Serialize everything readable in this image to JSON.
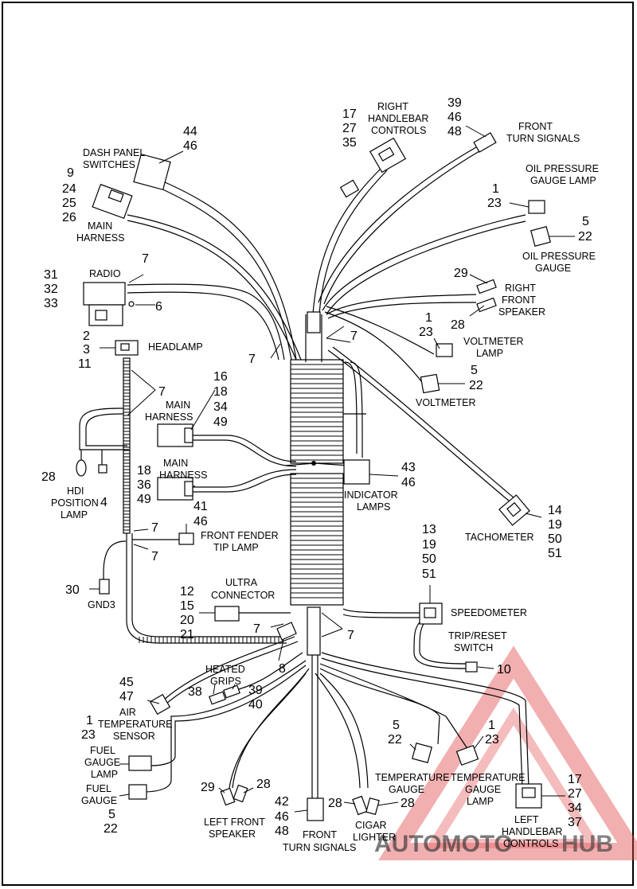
{
  "labels": {
    "dash_panel_switches": [
      "DASH PANEL",
      "SWITCHES"
    ],
    "main_harness_top": [
      "MAIN",
      "HARNESS"
    ],
    "radio": "RADIO",
    "headlamp": "HEADLAMP",
    "main_harness_mid1": [
      "MAIN",
      "HARNESS"
    ],
    "main_harness_mid2": [
      "MAIN",
      "HARNESS"
    ],
    "hdi_position_lamp": [
      "HDI",
      "POSITION",
      "LAMP"
    ],
    "front_fender_tip_lamp": [
      "FRONT FENDER",
      "TIP LAMP"
    ],
    "gnd3": "GND3",
    "ultra_connector": [
      "ULTRA",
      "CONNECTOR"
    ],
    "heated_grips": [
      "HEATED",
      "GRIPS"
    ],
    "air_temp_sensor": [
      "AIR",
      "TEMPERATURE",
      "SENSOR"
    ],
    "fuel_gauge_lamp": [
      "FUEL",
      "GAUGE",
      "LAMP"
    ],
    "fuel_gauge": [
      "FUEL",
      "GAUGE"
    ],
    "left_front_speaker": [
      "LEFT FRONT",
      "SPEAKER"
    ],
    "front_turn_signals_bottom": [
      "FRONT",
      "TURN SIGNALS"
    ],
    "cigar_lighter": [
      "CIGAR",
      "LIGHTER"
    ],
    "temperature_gauge": [
      "TEMPERATURE",
      "GAUGE"
    ],
    "temperature_gauge_lamp": [
      "TEMPERATURE",
      "GAUGE",
      "LAMP"
    ],
    "left_handlebar_controls": [
      "LEFT",
      "HANDLEBAR",
      "CONTROLS"
    ],
    "right_handlebar_controls": [
      "RIGHT",
      "HANDLEBAR",
      "CONTROLS"
    ],
    "front_turn_signals_top": [
      "FRONT",
      "TURN SIGNALS"
    ],
    "oil_pressure_gauge_lamp": [
      "OIL PRESSURE",
      "GAUGE LAMP"
    ],
    "oil_pressure_gauge": [
      "OIL PRESSURE",
      "GAUGE"
    ],
    "right_front_speaker": [
      "RIGHT",
      "FRONT",
      "SPEAKER"
    ],
    "voltmeter_lamp": [
      "VOLTMETER",
      "LAMP"
    ],
    "voltmeter": "VOLTMETER",
    "indicator_lamps": [
      "INDICATOR",
      "LAMPS"
    ],
    "tachometer": "TACHOMETER",
    "speedometer": "SPEEDOMETER",
    "trip_reset_switch": [
      "TRIP/RESET",
      "SWITCH"
    ]
  },
  "numbers": {
    "dash_panel_switches": [
      "44",
      "46"
    ],
    "main_harness_top": [
      "9",
      "24",
      "25",
      "26"
    ],
    "radio": [
      "31",
      "32",
      "33"
    ],
    "radio_clip": "7",
    "radio_screw": "6",
    "headlamp": [
      "2",
      "3",
      "11"
    ],
    "harness_clips_upper": "7",
    "harness_clip_center": "7",
    "main_harness_mid1": [
      "16",
      "18",
      "34",
      "49"
    ],
    "main_harness_mid2": [
      "18",
      "36",
      "49"
    ],
    "hdi_position_lamp": "28",
    "hdi_bulb": "4",
    "front_fender_tip_lamp": [
      "41",
      "46"
    ],
    "fender_clip_upper": "7",
    "fender_clip_lower": "7",
    "gnd3": "30",
    "ultra_connector": [
      "12",
      "15",
      "20",
      "21"
    ],
    "lower_clip_left": "7",
    "lower_connector": "8",
    "lower_clips_right": "7",
    "upper_clips_right": "7",
    "heated_grips_left": "38",
    "heated_grips_right": [
      "39",
      "40"
    ],
    "air_temp_sensor": [
      "45",
      "47"
    ],
    "fuel_gauge_lamp": [
      "1",
      "23"
    ],
    "fuel_gauge": [
      "5",
      "22"
    ],
    "left_front_speaker_left": "29",
    "left_front_speaker_right": "28",
    "front_turn_signals_bottom": [
      "42",
      "46",
      "48"
    ],
    "cigar_lighter_left": "28",
    "cigar_lighter_right": "28",
    "temperature_gauge": [
      "5",
      "22"
    ],
    "temperature_gauge_lamp": [
      "1",
      "23"
    ],
    "left_handlebar_controls": [
      "17",
      "27",
      "34",
      "37"
    ],
    "right_handlebar_controls": [
      "17",
      "27",
      "35"
    ],
    "front_turn_signals_top": [
      "39",
      "46",
      "48"
    ],
    "oil_pressure_gauge_lamp": [
      "1",
      "23"
    ],
    "oil_pressure_gauge": [
      "5",
      "22"
    ],
    "right_front_speaker_top": "29",
    "right_front_speaker_bottom": "28",
    "voltmeter_lamp": [
      "1",
      "23"
    ],
    "voltmeter": [
      "5",
      "22"
    ],
    "indicator_lamps": [
      "43",
      "46"
    ],
    "tachometer": [
      "14",
      "19",
      "50",
      "51"
    ],
    "speedometer": [
      "13",
      "19",
      "50",
      "51"
    ],
    "trip_reset_switch": "10"
  },
  "watermark": {
    "text_left": "AUTOMOTO",
    "text_right": "HUB",
    "color_red": "#e0484a",
    "color_orange": "#f2b24a"
  }
}
